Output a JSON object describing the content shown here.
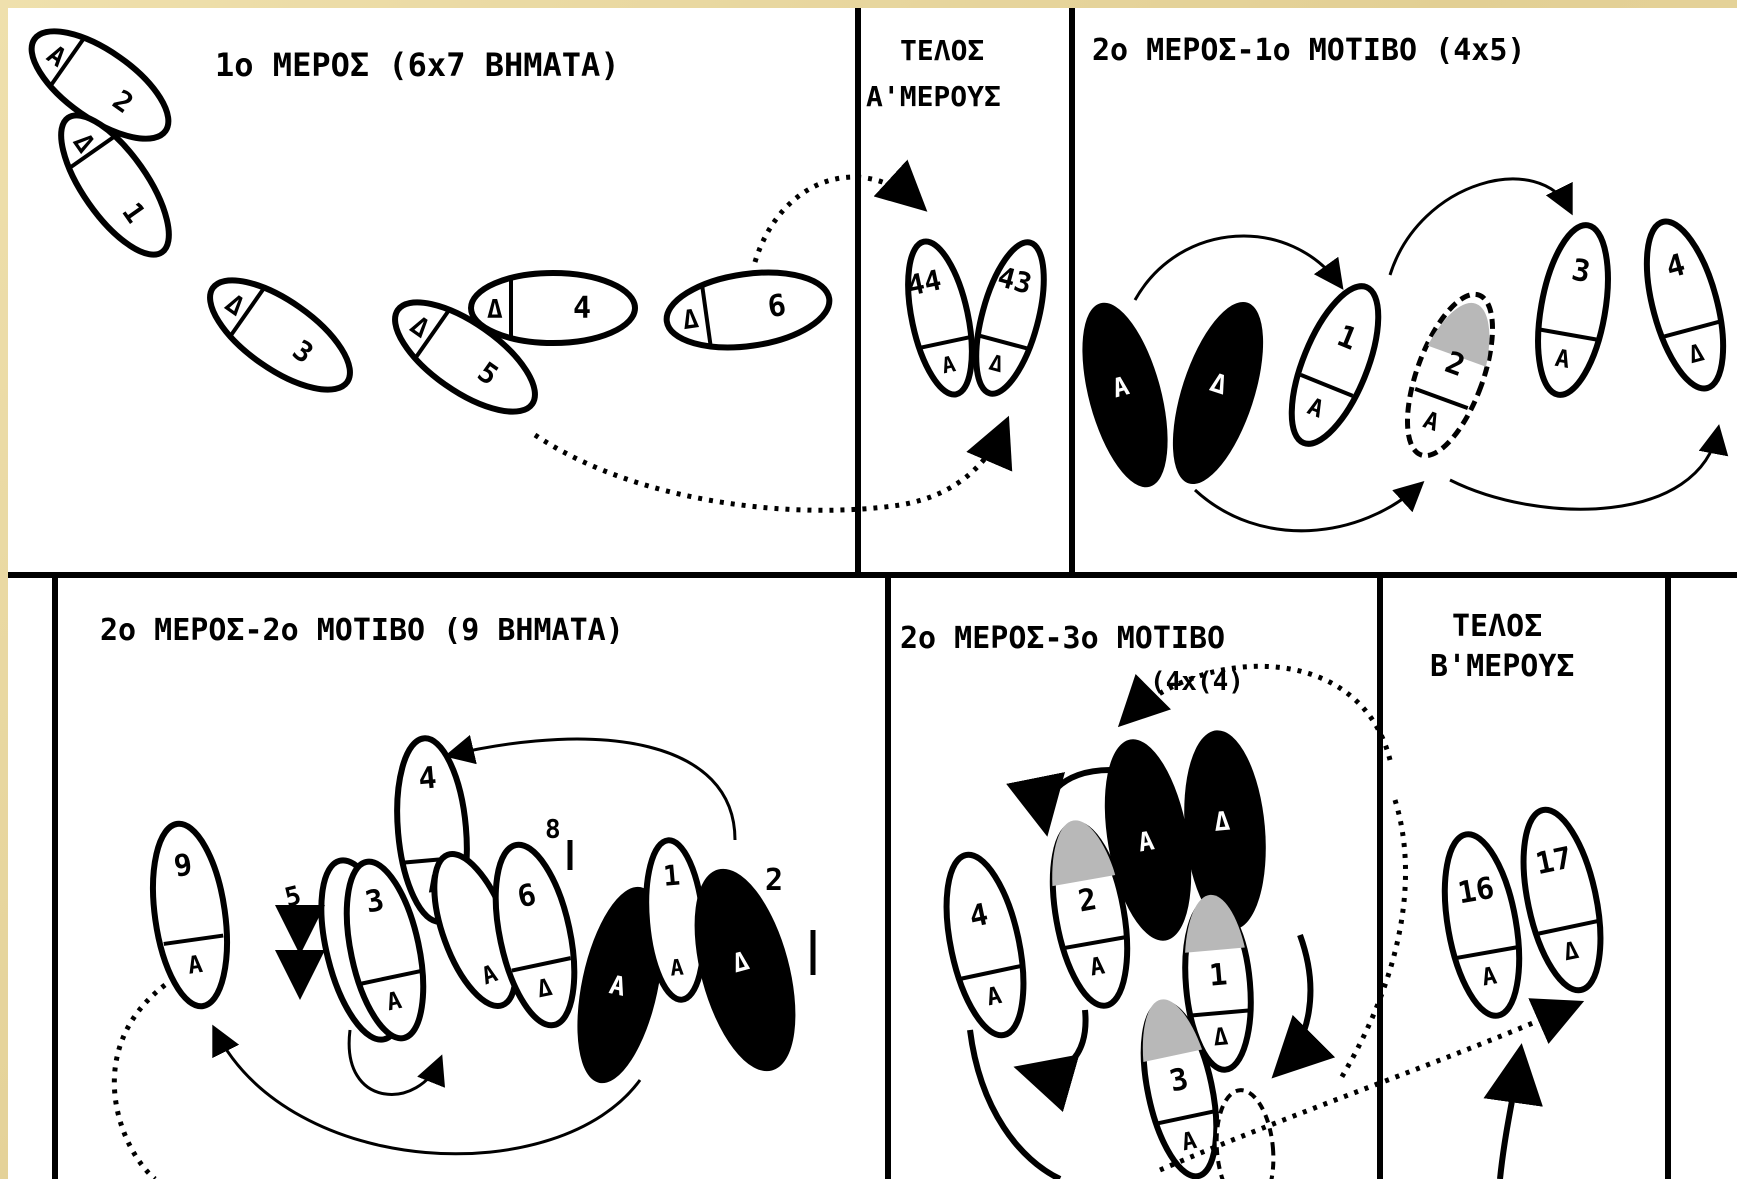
{
  "panels": {
    "part1": {
      "title": "1ο ΜΕΡΟΣ (6x7 ΒΗΜΑΤΑ)"
    },
    "end_part_a": {
      "title_line1": "ΤΕΛΟΣ",
      "title_line2": "Α'ΜΕΡΟΥΣ"
    },
    "part2_motif1": {
      "title": "2ο ΜΕΡΟΣ-1ο ΜΟΤΙΒΟ (4x5)"
    },
    "part2_motif2": {
      "title": "2ο ΜΕΡΟΣ-2ο ΜΟΤΙΒΟ (9 ΒΗΜΑΤΑ)"
    },
    "part2_motif3": {
      "title": "2ο ΜΕΡΟΣ-3ο ΜΟΤΙΒΟ",
      "subtitle": "(4x(4)"
    },
    "end_part_b": {
      "title_line1": "ΤΕΛΟΣ",
      "title_line2": "Β'ΜΕΡΟΥΣ"
    }
  },
  "steps": {
    "part1": [
      "1",
      "2",
      "3",
      "4",
      "5",
      "6"
    ],
    "end_part_a": [
      "44",
      "43"
    ],
    "motif1": [
      "1",
      "2",
      "3",
      "4"
    ],
    "motif2": [
      "1",
      "2",
      "3",
      "4",
      "5",
      "6",
      "8",
      "9"
    ],
    "motif3": [
      "1",
      "2",
      "3",
      "4"
    ],
    "end_part_b": [
      "16",
      "17"
    ]
  },
  "foot_marks": {
    "left": "Α",
    "right": "Δ"
  },
  "colors": {
    "ink": "#000000",
    "paper": "#ffffff",
    "border": "#e6d49c",
    "shade": "#b8b8b8"
  }
}
